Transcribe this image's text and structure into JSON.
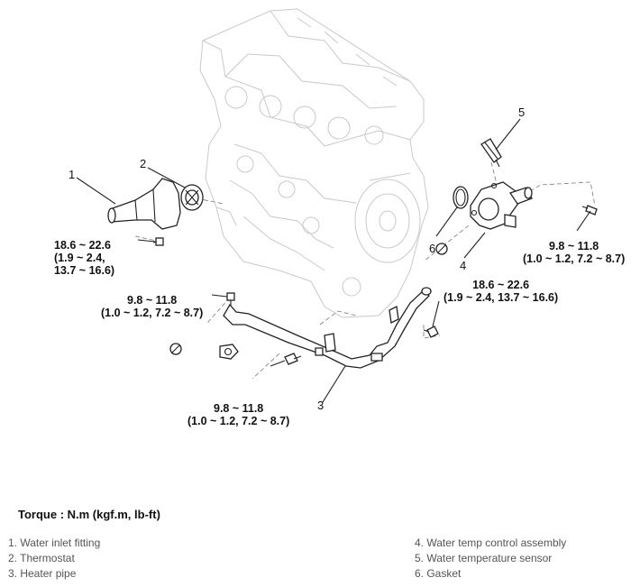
{
  "callouts": {
    "n1": "1",
    "n2": "2",
    "n3": "3",
    "n4": "4",
    "n5": "5",
    "n6": "6"
  },
  "torque_specs": {
    "inlet_fitting": [
      "18.6 ~ 22.6",
      "(1.9 ~ 2.4,",
      "13.7 ~ 16.6)"
    ],
    "heater_pipe_upper": [
      "9.8 ~ 11.8",
      "(1.0 ~ 1.2, 7.2 ~ 8.7)"
    ],
    "heater_pipe_lower": [
      "9.8 ~ 11.8",
      "(1.0 ~ 1.2, 7.2 ~ 8.7)"
    ],
    "control_assembly_bolt": [
      "18.6 ~ 22.6",
      "(1.9 ~ 2.4, 13.7 ~ 16.6)"
    ],
    "right_bolt": [
      "9.8 ~ 11.8",
      "(1.0 ~ 1.2, 7.2 ~ 8.7)"
    ]
  },
  "torque_title": "Torque : N.m (kgf.m, lb-ft)",
  "legend_left": [
    "1. Water inlet fitting",
    "2. Thermostat",
    "3. Heater pipe"
  ],
  "legend_right": [
    "4. Water temp control assembly",
    "5. Water temperature sensor",
    "6. Gasket"
  ],
  "icons": [
    "no-reuse-icon",
    "bolt-icon"
  ]
}
